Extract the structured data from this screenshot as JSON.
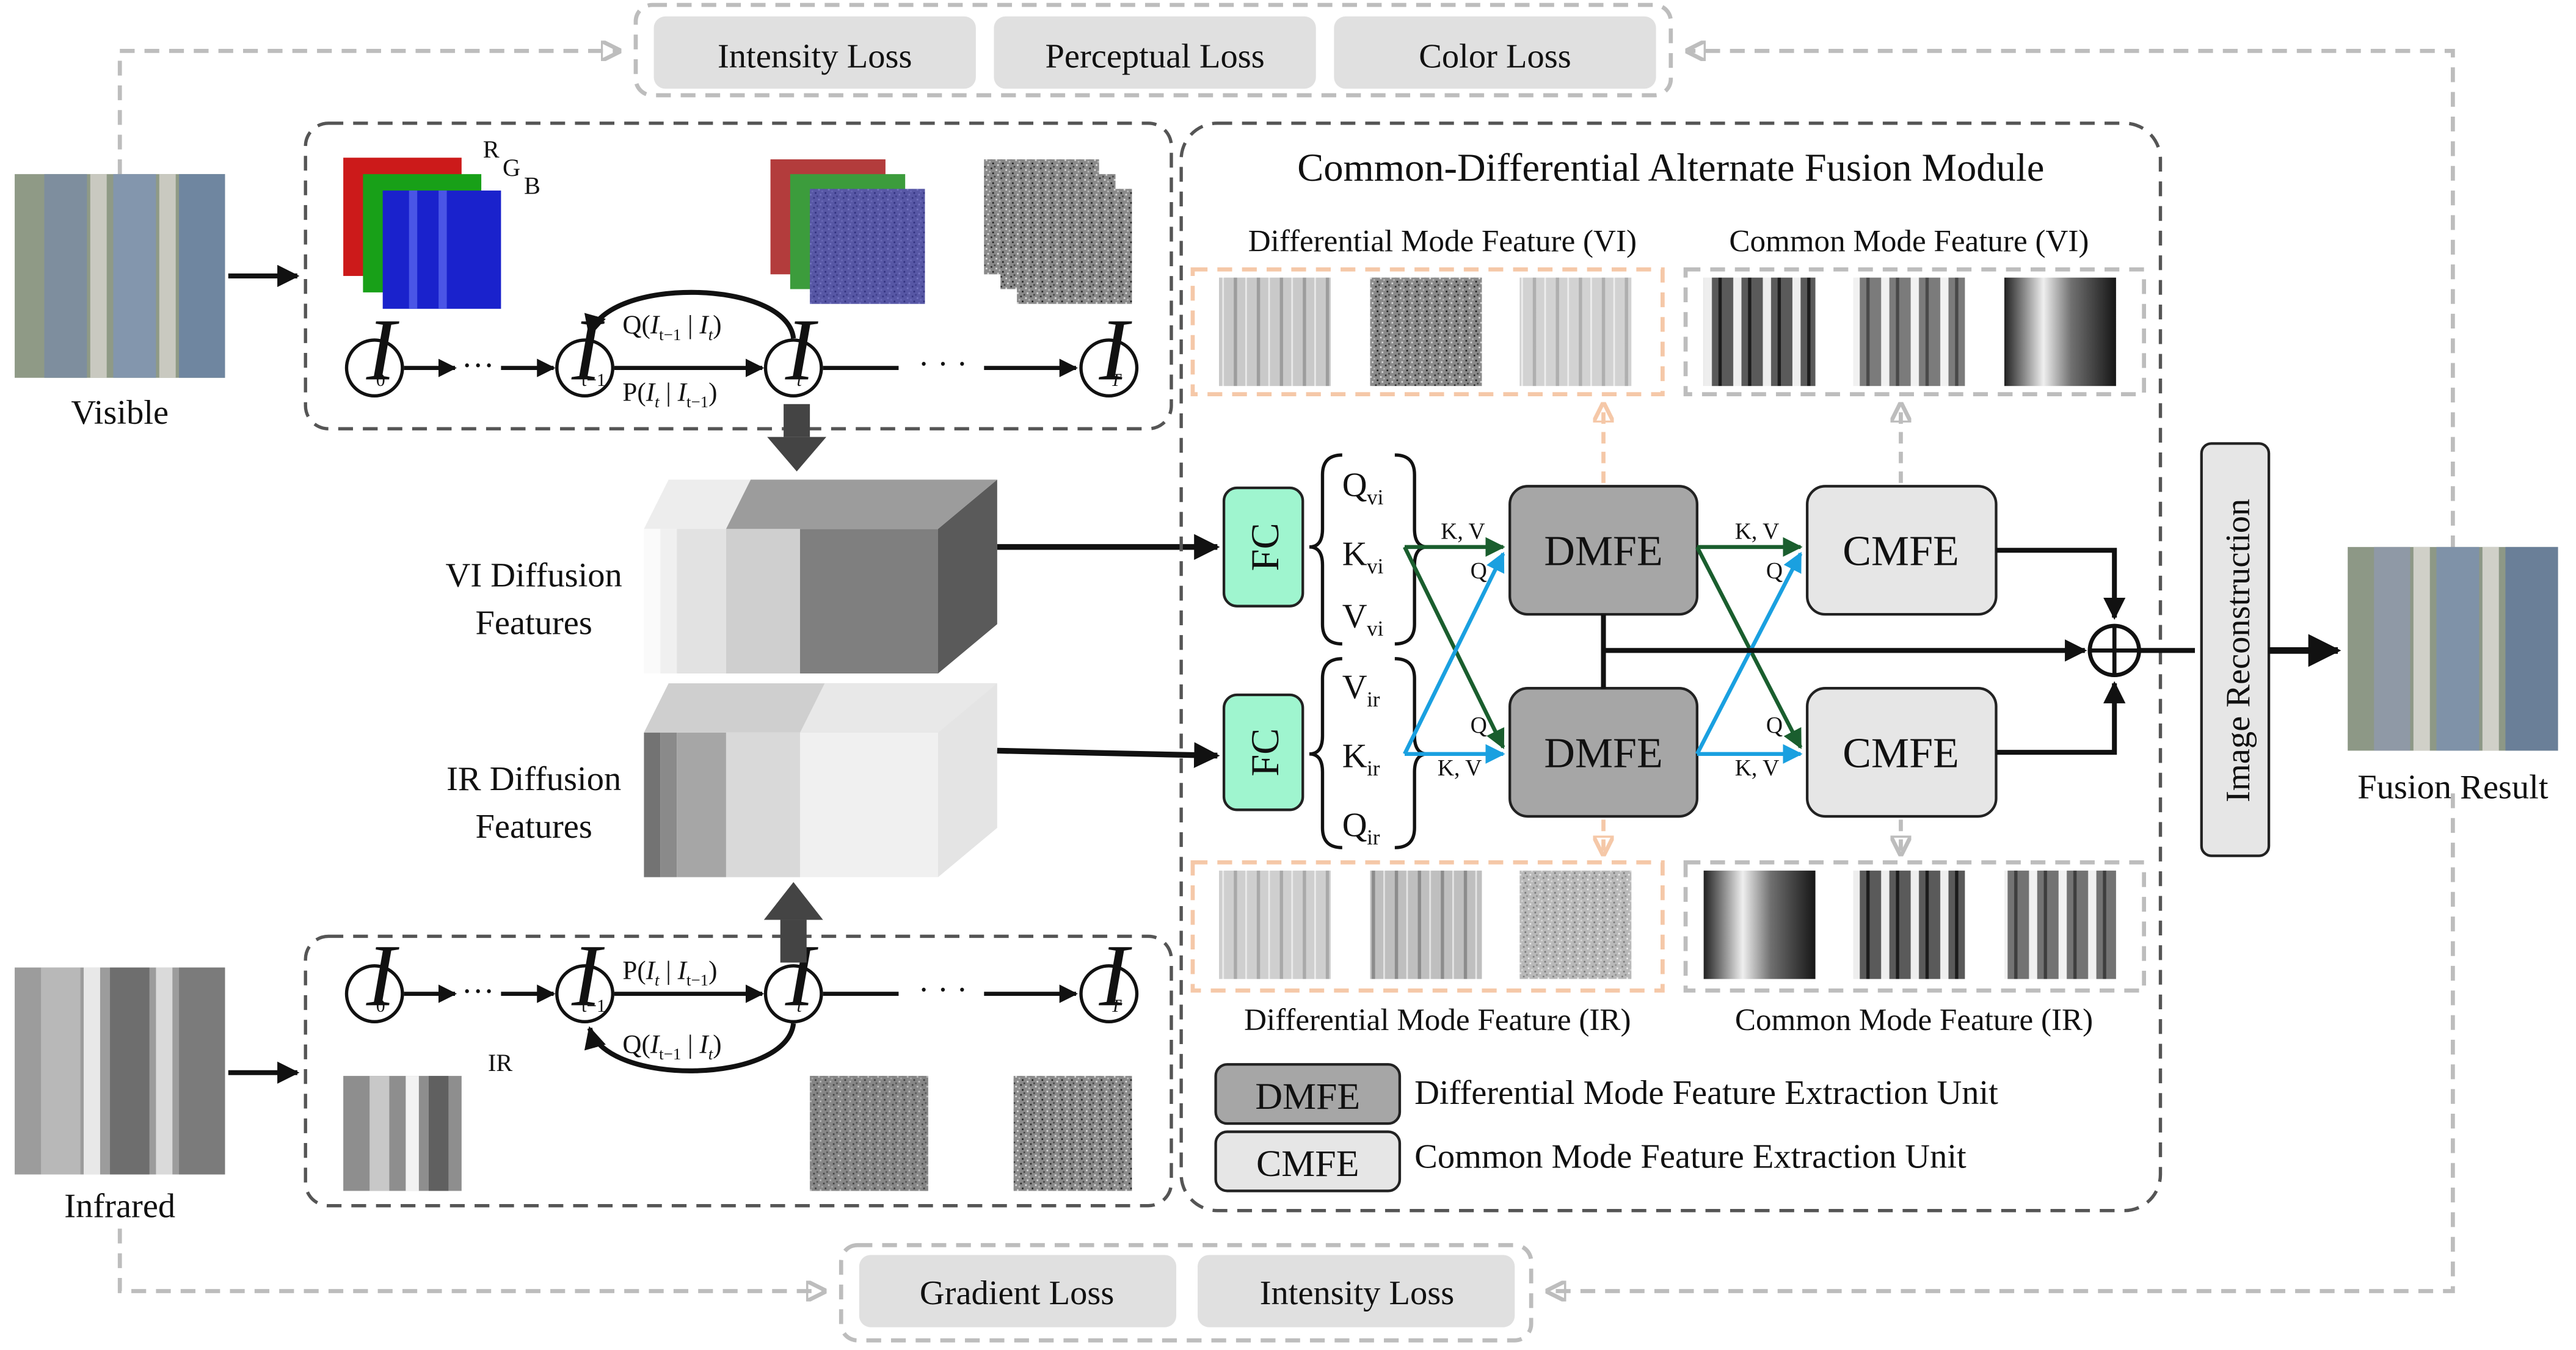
{
  "module_title": "Common-Differential Alternate Fusion Module",
  "losses_top": [
    "Intensity Loss",
    "Perceptual Loss",
    "Color Loss"
  ],
  "losses_bottom": [
    "Gradient Loss",
    "Intensity Loss"
  ],
  "inputs": {
    "visible_label": "Visible",
    "infrared_label": "Infrared"
  },
  "output_label": "Fusion Result",
  "rgb_label": {
    "r": "R",
    "g": "G",
    "b": "B"
  },
  "ir_label": "IR",
  "diffusion": {
    "vi": {
      "line1": "VI Diffusion",
      "line2": "Features"
    },
    "ir": {
      "line1": "IR Diffusion",
      "line2": "Features"
    },
    "chain_states": [
      "I0",
      "It-1",
      "It",
      "IT"
    ],
    "q_label": "Q(I t-1 | I t)",
    "p_label": "P(I t | I t-1)"
  },
  "fc_label": "FC",
  "vi_qkv": [
    "Q",
    "K",
    "V"
  ],
  "vi_qkv_sub": "vi",
  "ir_qkv": [
    "V",
    "K",
    "Q"
  ],
  "ir_qkv_sub": "ir",
  "attn_labels": {
    "kv": "K, V",
    "q": "Q"
  },
  "units": {
    "dmfe": "DMFE",
    "cmfe": "CMFE"
  },
  "reconstruction": "Image Reconstruction",
  "feature_headers": {
    "diff_vi": "Differential Mode Feature (VI)",
    "common_vi": "Common Mode Feature (VI)",
    "diff_ir": "Differential Mode Feature (IR)",
    "common_ir": "Common Mode Feature (IR)"
  },
  "legend": [
    {
      "abbr": "DMFE",
      "desc": "Differential Mode Feature Extraction Unit"
    },
    {
      "abbr": "CMFE",
      "desc": "Common Mode Feature Extraction Unit"
    }
  ],
  "colors": {
    "fc_fill": "#9ff5cf",
    "dmfe_fill": "#a6a6a6",
    "cmfe_fill": "#e6e6e6",
    "loss_fill": "#e0e0e0",
    "green_arrow": "#1a5e2e",
    "blue_arrow": "#1aa0e0",
    "orange_dash": "#f5c8a8",
    "gray_dash": "#bdbdbd"
  }
}
